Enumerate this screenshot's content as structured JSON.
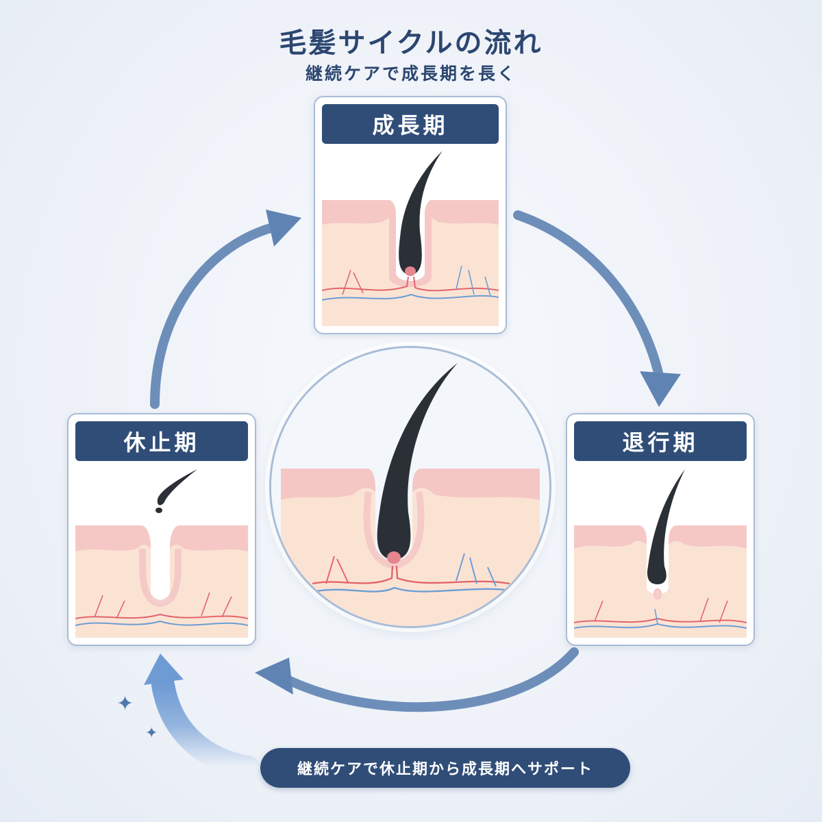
{
  "header": {
    "title": "毛髪サイクルの流れ",
    "subtitle": "継続ケアで成長期を長く"
  },
  "stages": {
    "growth": {
      "label": "成長期"
    },
    "regression": {
      "label": "退行期"
    },
    "resting": {
      "label": "休止期"
    }
  },
  "support": {
    "label": "継続ケアで休止期から成長期へサポート"
  },
  "colors": {
    "header_bg": "#2f4d77",
    "text_navy": "#2c4670",
    "arrow": "#5f83b3",
    "support_arrow": "#6f9bd4",
    "skin": "#fbe3d4",
    "epidermis": "#f3c3c3",
    "hair": "#2b2f36",
    "vessel_red": "#e3656b",
    "vessel_blue": "#6c9ed3"
  },
  "icons": [
    "cycle-arrow-icon",
    "sparkle-icon"
  ]
}
